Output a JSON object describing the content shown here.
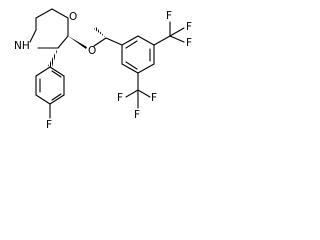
{
  "molecule": {
    "atoms": {
      "ring_o": "O",
      "ring_nh": "NH",
      "ether_o": "O",
      "fluoro": "F",
      "cf3_top_f1": "F",
      "cf3_top_f2": "F",
      "cf3_top_f3": "F",
      "cf3_bottom_f1": "F",
      "cf3_bottom_f2": "F",
      "cf3_bottom_f3": "F"
    }
  }
}
